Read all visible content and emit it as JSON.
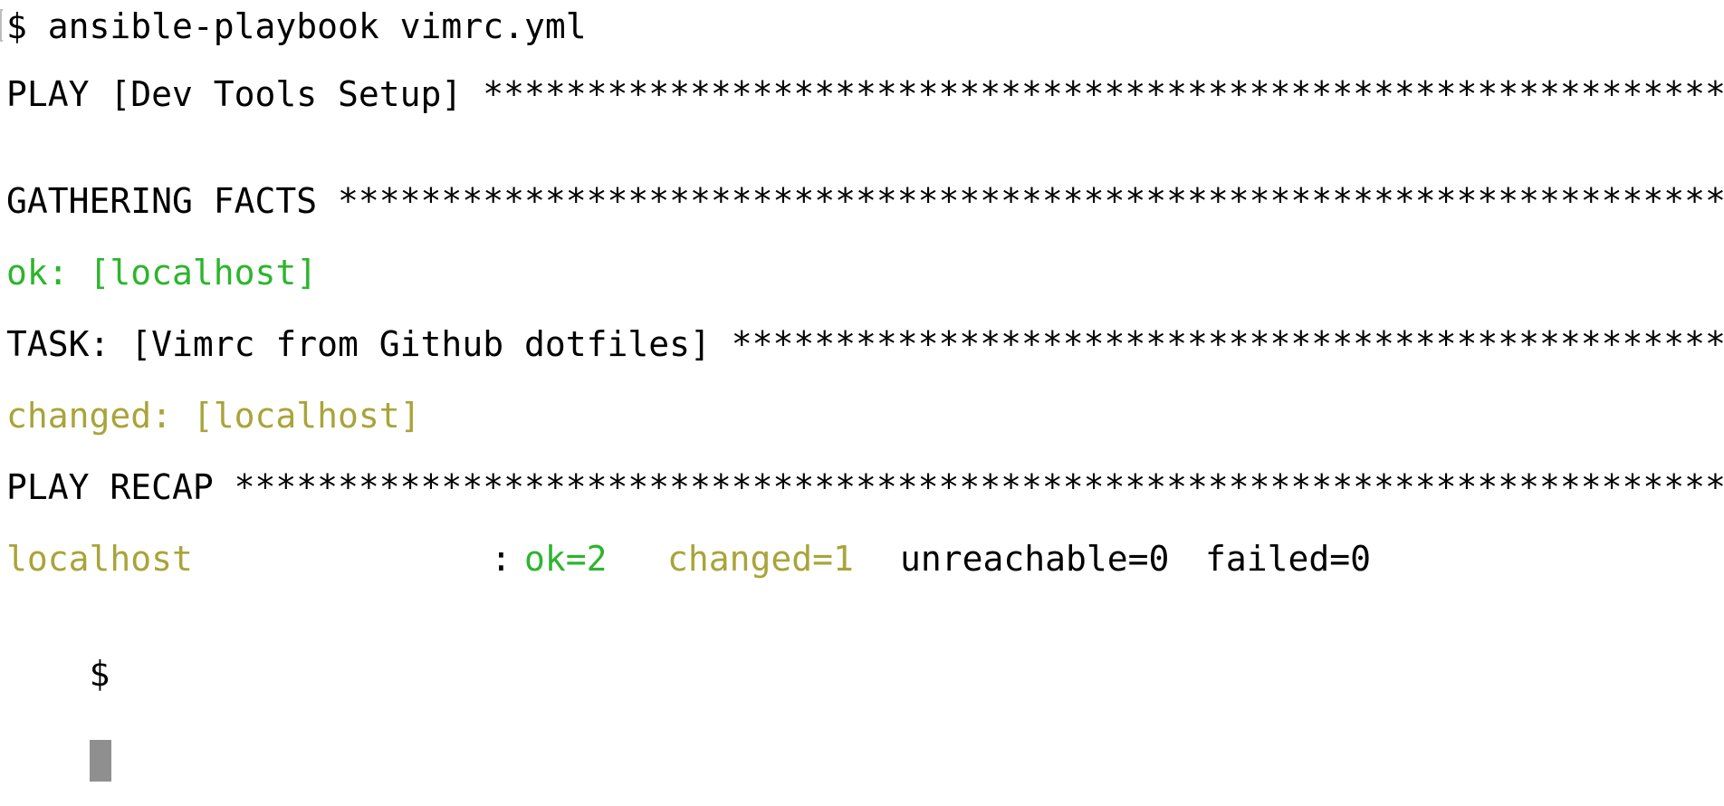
{
  "terminal": {
    "command_line": "$ ansible-playbook vimrc.yml",
    "play_header": "PLAY [Dev Tools Setup] ********************************************************************************",
    "gathering_header": "GATHERING FACTS ***************************************************************************************",
    "gathering_result": "ok: [localhost]",
    "task_header": "TASK: [Vimrc from Github dotfiles] ********************************************************************",
    "task_result": "changed: [localhost]",
    "recap_header": "PLAY RECAP ********************************************************************************************",
    "recap": {
      "host": "localhost",
      "colon": ":",
      "ok": "ok=2",
      "changed": "changed=1",
      "unreachable": "unreachable=0",
      "failed": "failed=0"
    },
    "final_prompt": "$"
  },
  "colors": {
    "ok_green": "#2db52d",
    "changed_olive": "#a9a43a",
    "text_black": "#000000",
    "cursor_gray": "#8f8f8f"
  }
}
